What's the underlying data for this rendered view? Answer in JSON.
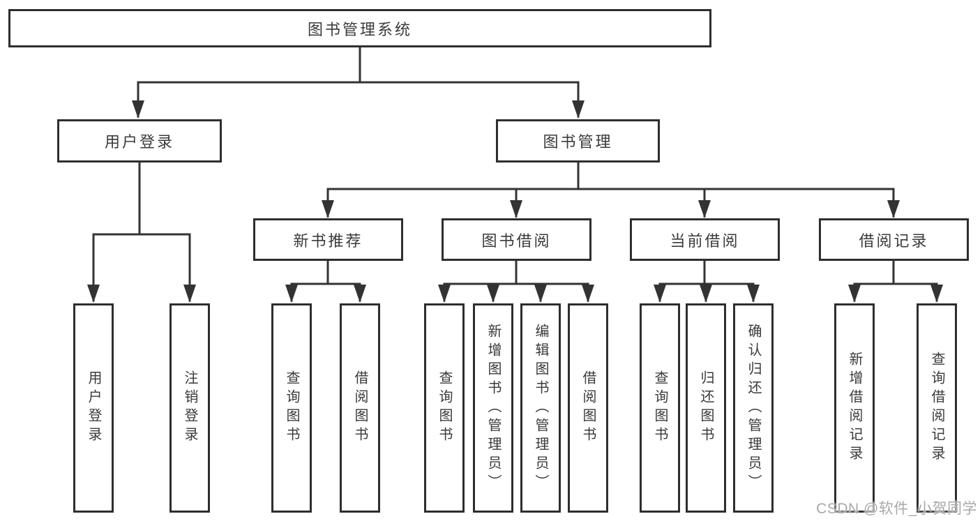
{
  "diagram": {
    "title_node": "图书管理系统",
    "level2": [
      "用户登录",
      "图书管理"
    ],
    "level3": [
      "新书推荐",
      "图书借阅",
      "当前借阅",
      "借阅记录"
    ],
    "leaves": [
      "用户登录",
      "注销登录",
      "查询图书",
      "借阅图书",
      "查询图书",
      "新增图书（管理员）",
      "编辑图书（管理员）",
      "借阅图书",
      "查询图书",
      "归还图书",
      "确认归还（管理员）",
      "新增借阅记录",
      "查询借阅记录"
    ],
    "structure": {
      "root_children": [
        "用户登录",
        "图书管理"
      ],
      "user_login_children": [
        "用户登录",
        "注销登录"
      ],
      "book_management_children": [
        "新书推荐",
        "图书借阅",
        "当前借阅",
        "借阅记录"
      ],
      "new_book_recommendation_children": [
        "查询图书",
        "借阅图书"
      ],
      "book_borrowing_children": [
        "查询图书",
        "新增图书（管理员）",
        "编辑图书（管理员）",
        "借阅图书"
      ],
      "current_borrowing_children": [
        "查询图书",
        "归还图书",
        "确认归还（管理员）"
      ],
      "borrowing_records_children": [
        "新增借阅记录",
        "查询借阅记录"
      ]
    }
  },
  "colors": {
    "background": "#ffffff",
    "box_border": "#2e2e2e",
    "connector": "#333333",
    "text": "#3a3a3a",
    "watermark": "#a8a8a8"
  },
  "watermark": "CSDN @软件_小贺同学"
}
